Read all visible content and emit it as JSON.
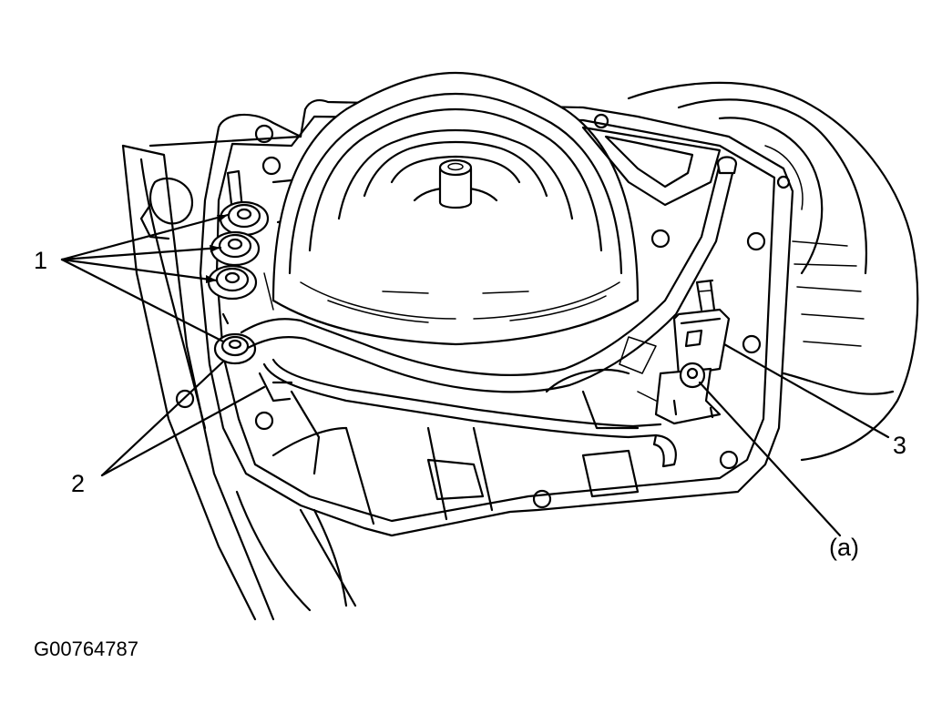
{
  "callouts": {
    "c1": "1",
    "c2": "2",
    "c3": "3",
    "ca": "(a)"
  },
  "figure_code": "G00764787"
}
